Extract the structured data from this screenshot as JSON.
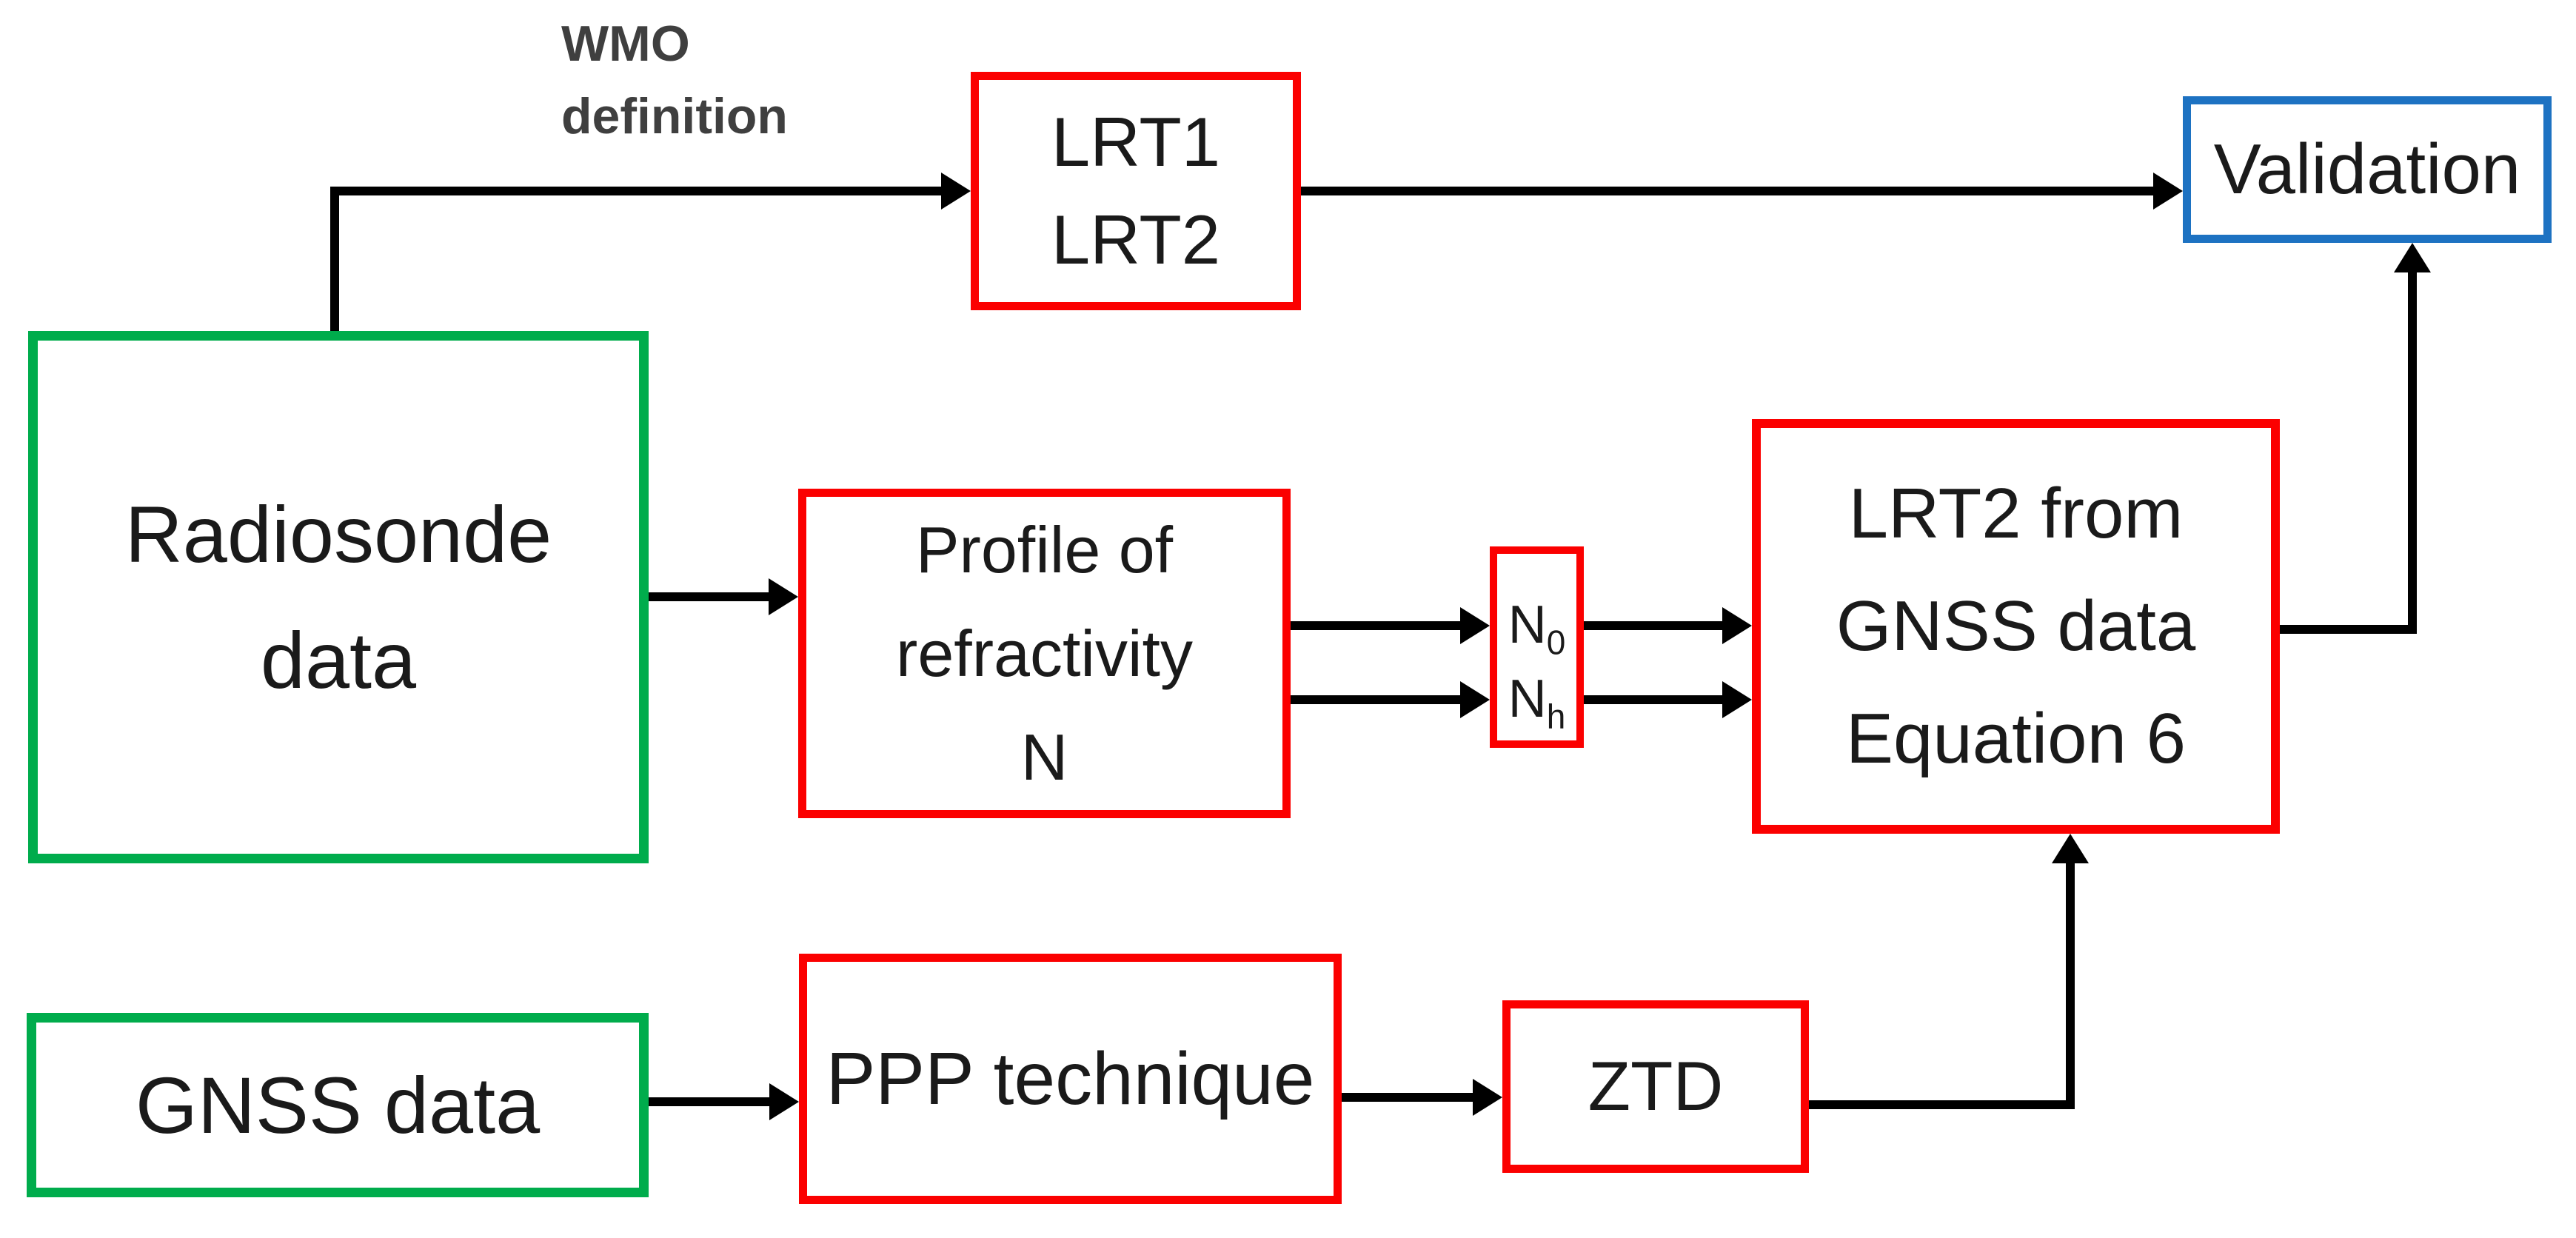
{
  "figure": {
    "type": "flowchart",
    "background": "#ffffff",
    "colors": {
      "input_border": "#00AC4C",
      "process_border": "#FB0000",
      "output_border": "#1D72C2",
      "connector": "#000000",
      "text": "#1a1a1a",
      "annotation_text": "#3f3f3f"
    },
    "annotation": {
      "lines": [
        "WMO",
        "definition"
      ]
    },
    "nodes": {
      "radiosonde": {
        "lines": [
          "Radiosonde",
          "data"
        ]
      },
      "gnss": {
        "label": "GNSS data"
      },
      "lrt": {
        "lines": [
          "LRT1",
          "LRT2"
        ]
      },
      "profile": {
        "lines": [
          "Profile of",
          "refractivity",
          "N"
        ]
      },
      "nvalues": {
        "rows": [
          {
            "base": "N",
            "sub": "0"
          },
          {
            "base": "N",
            "sub": "h"
          }
        ]
      },
      "lrt2gnss": {
        "lines": [
          "LRT2 from",
          "GNSS data",
          "Equation 6"
        ]
      },
      "ppp": {
        "label": "PPP technique"
      },
      "ztd": {
        "label": "ZTD"
      },
      "validation": {
        "label": "Validation"
      }
    },
    "edges": [
      "radiosonde -> lrt (via WMO definition)",
      "lrt -> validation",
      "radiosonde -> profile",
      "profile -> nvalues (N0)",
      "profile -> nvalues (Nh)",
      "nvalues -> lrt2gnss (N0)",
      "nvalues -> lrt2gnss (Nh)",
      "gnss -> ppp",
      "ppp -> ztd",
      "ztd -> lrt2gnss",
      "lrt2gnss -> validation"
    ]
  }
}
